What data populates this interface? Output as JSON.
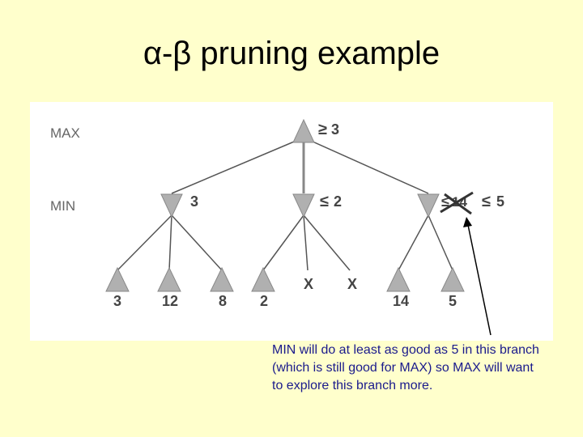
{
  "slide": {
    "title": "α-β pruning example",
    "caption_lines": [
      "MIN will do at least as good as 5 in this branch",
      "(which is still good for MAX) so MAX will want",
      "to explore this branch more."
    ]
  },
  "tree": {
    "level_labels": {
      "max": "MAX",
      "min": "MIN"
    },
    "root": {
      "bound": "3",
      "bound_symbol": "≥"
    },
    "min_nodes": [
      {
        "value": "3"
      },
      {
        "value": "2",
        "bound_symbol": "≤"
      },
      {
        "crossed_value": "14",
        "crossed_symbol": "≤",
        "value": "5",
        "bound_symbol": "≤"
      }
    ],
    "leaves": [
      "3",
      "12",
      "8",
      "2",
      "X",
      "X",
      "14",
      "5"
    ]
  },
  "colors": {
    "background": "#ffffcc",
    "node_fill": "#b0b0b0",
    "caption_text": "#1a1a8c",
    "label_text": "#666666"
  }
}
